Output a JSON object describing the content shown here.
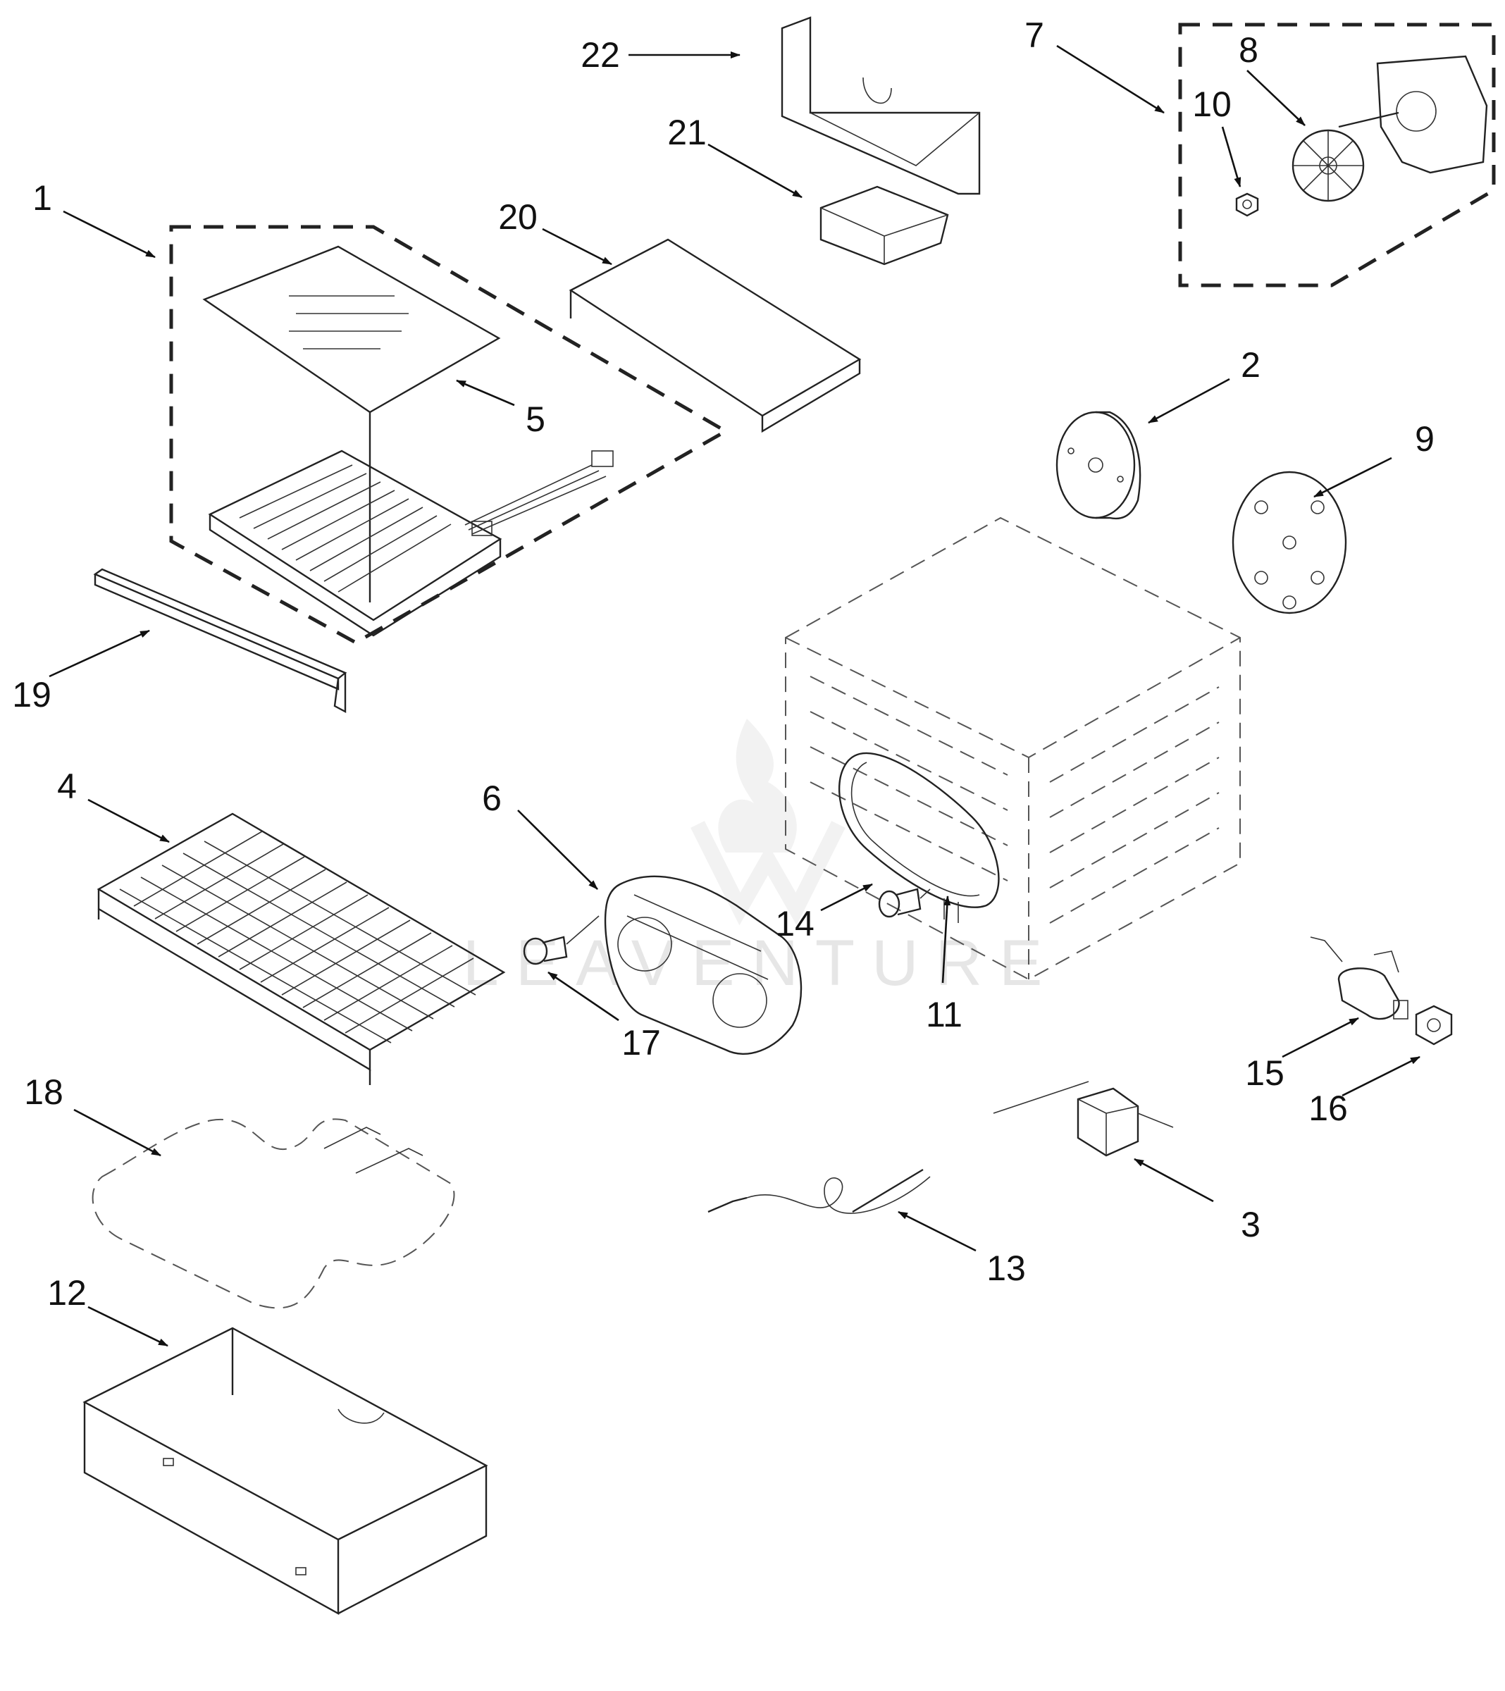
{
  "colors": {
    "ink": "#111111",
    "watermark": "#e6e6e6",
    "background": "#ffffff"
  },
  "watermark": {
    "text": "LEAVENTURE"
  },
  "callouts": [
    {
      "id": "1",
      "label": "1"
    },
    {
      "id": "2",
      "label": "2"
    },
    {
      "id": "3",
      "label": "3"
    },
    {
      "id": "4",
      "label": "4"
    },
    {
      "id": "5",
      "label": "5"
    },
    {
      "id": "6",
      "label": "6"
    },
    {
      "id": "7",
      "label": "7"
    },
    {
      "id": "8",
      "label": "8"
    },
    {
      "id": "9",
      "label": "9"
    },
    {
      "id": "10",
      "label": "10"
    },
    {
      "id": "11",
      "label": "11"
    },
    {
      "id": "12",
      "label": "12"
    },
    {
      "id": "13",
      "label": "13"
    },
    {
      "id": "14",
      "label": "14"
    },
    {
      "id": "15",
      "label": "15"
    },
    {
      "id": "16",
      "label": "16"
    },
    {
      "id": "17",
      "label": "17"
    },
    {
      "id": "18",
      "label": "18"
    },
    {
      "id": "19",
      "label": "19"
    },
    {
      "id": "20",
      "label": "20"
    },
    {
      "id": "21",
      "label": "21"
    },
    {
      "id": "22",
      "label": "22"
    }
  ]
}
